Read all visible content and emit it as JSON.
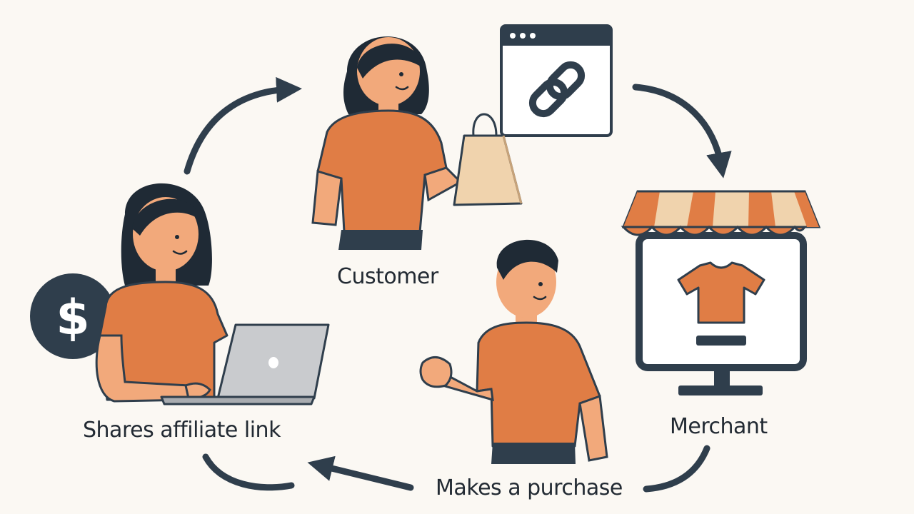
{
  "labels": {
    "customer": "Customer",
    "shares": "Shares affiliate link",
    "merchant": "Merchant",
    "purchase": "Makes a purchase"
  },
  "icons": {
    "money": "dollar-coin-icon",
    "link": "chain-link-icon",
    "store": "storefront-icon",
    "shirt": "t-shirt-icon",
    "bag": "shopping-bag-icon",
    "laptop": "laptop-icon"
  },
  "colors": {
    "background": "#fbf8f3",
    "orange": "#e07d45",
    "navy": "#2f3e4c",
    "beige": "#f0d3ad",
    "skin": "#f2a97b"
  }
}
